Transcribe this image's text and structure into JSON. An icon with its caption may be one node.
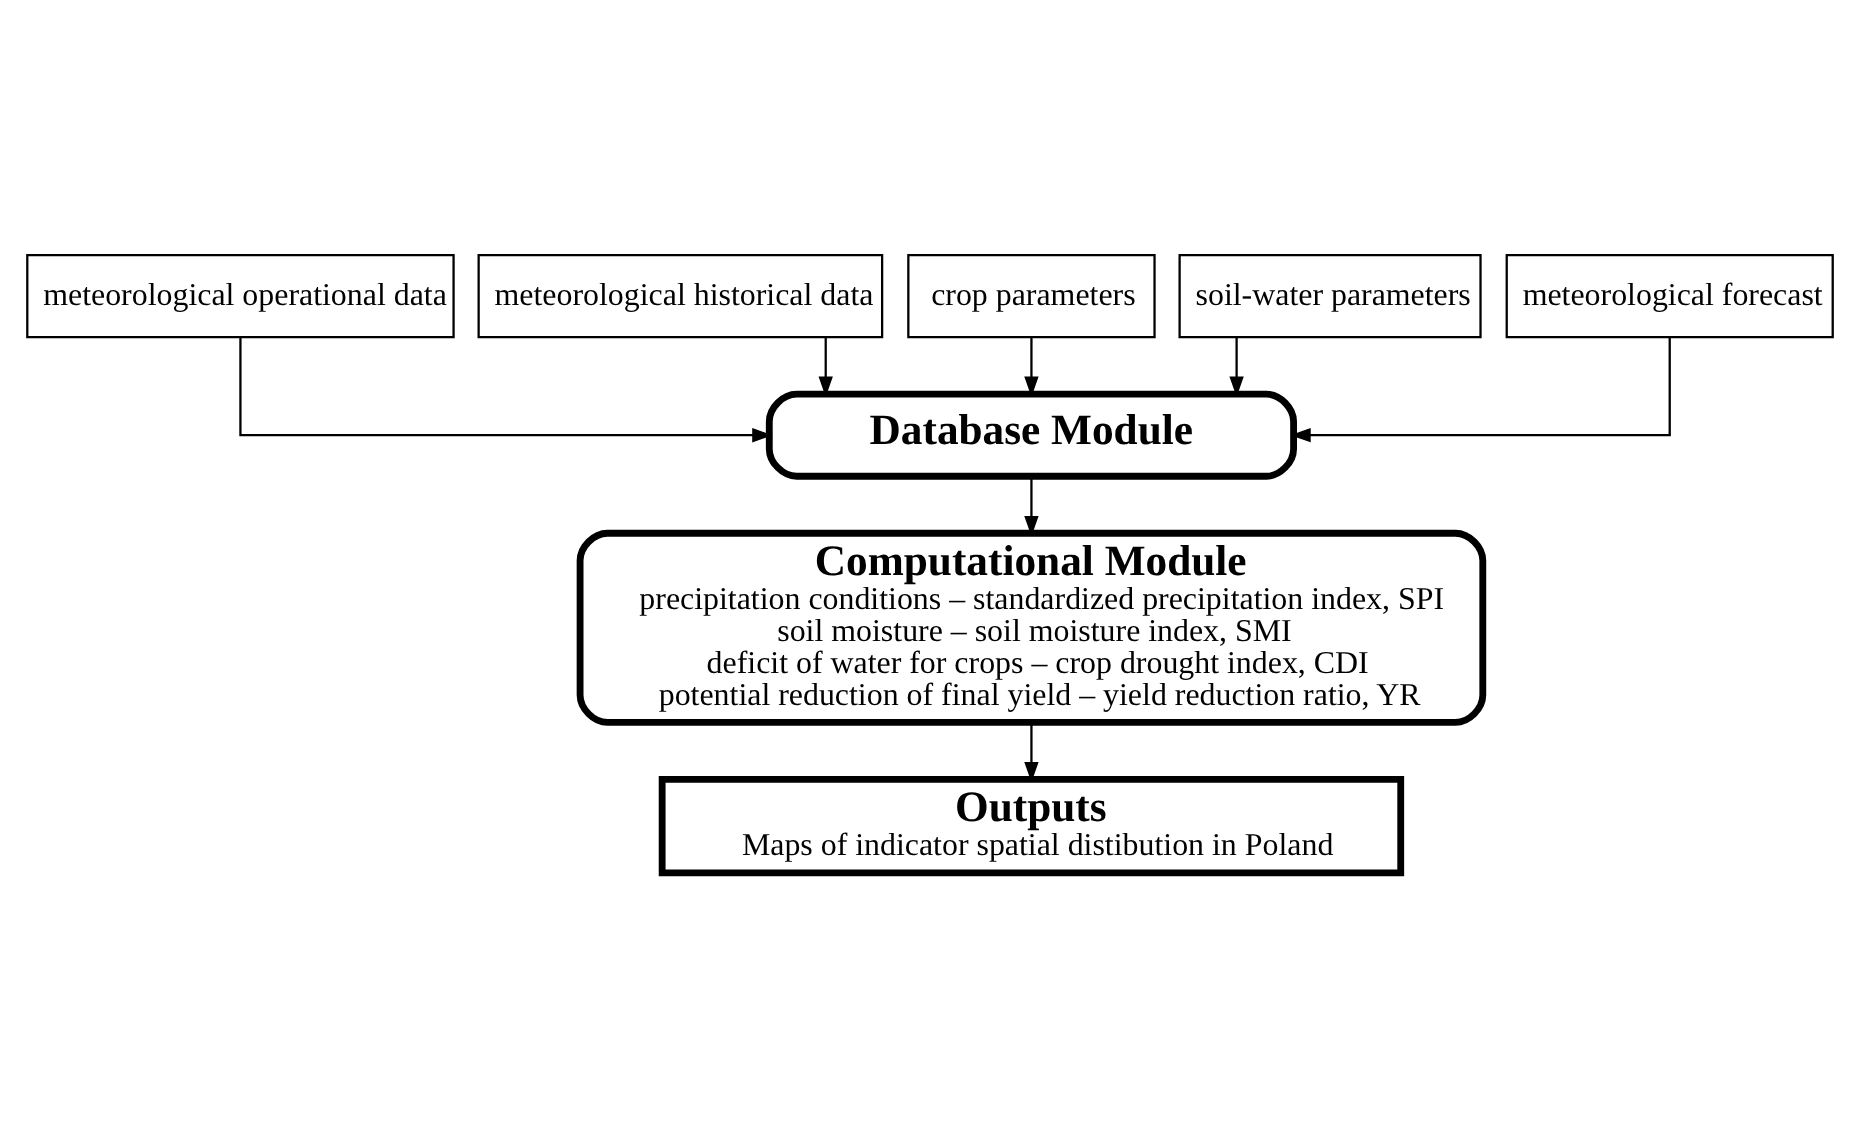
{
  "diagram": {
    "nodes": [
      {
        "text": [
          "meteorological operational data"
        ]
      },
      {
        "text": [
          "meteorological historical data"
        ]
      },
      {
        "text": [
          "crop parameters"
        ]
      },
      {
        "text": [
          "soil-water parameters"
        ]
      },
      {
        "text": [
          "meteorological forecast"
        ]
      },
      {
        "text": [
          "Database Module"
        ]
      },
      {
        "text": [
          "Computational Module",
          "precipitation conditions – standardized precipitation index, SPI",
          "soil moisture – soil moisture index, SMI",
          "deficit of water for crops – crop drought index, CDI",
          "potential reduction of final yield – yield reduction ratio, YR"
        ]
      },
      {
        "text": [
          "Outputs",
          "Maps of indicator spatial distibution in Poland"
        ]
      }
    ],
    "edges": [
      {
        "from": 0,
        "to": 5,
        "arrow": "to"
      },
      {
        "from": 1,
        "to": 5,
        "arrow": "to"
      },
      {
        "from": 2,
        "to": 5,
        "arrow": "to"
      },
      {
        "from": 3,
        "to": 5,
        "arrow": "to"
      },
      {
        "from": 4,
        "to": 5,
        "arrow": "to"
      },
      {
        "from": 5,
        "to": 6,
        "arrow": "to"
      },
      {
        "from": 6,
        "to": 7,
        "arrow": "to"
      }
    ]
  }
}
